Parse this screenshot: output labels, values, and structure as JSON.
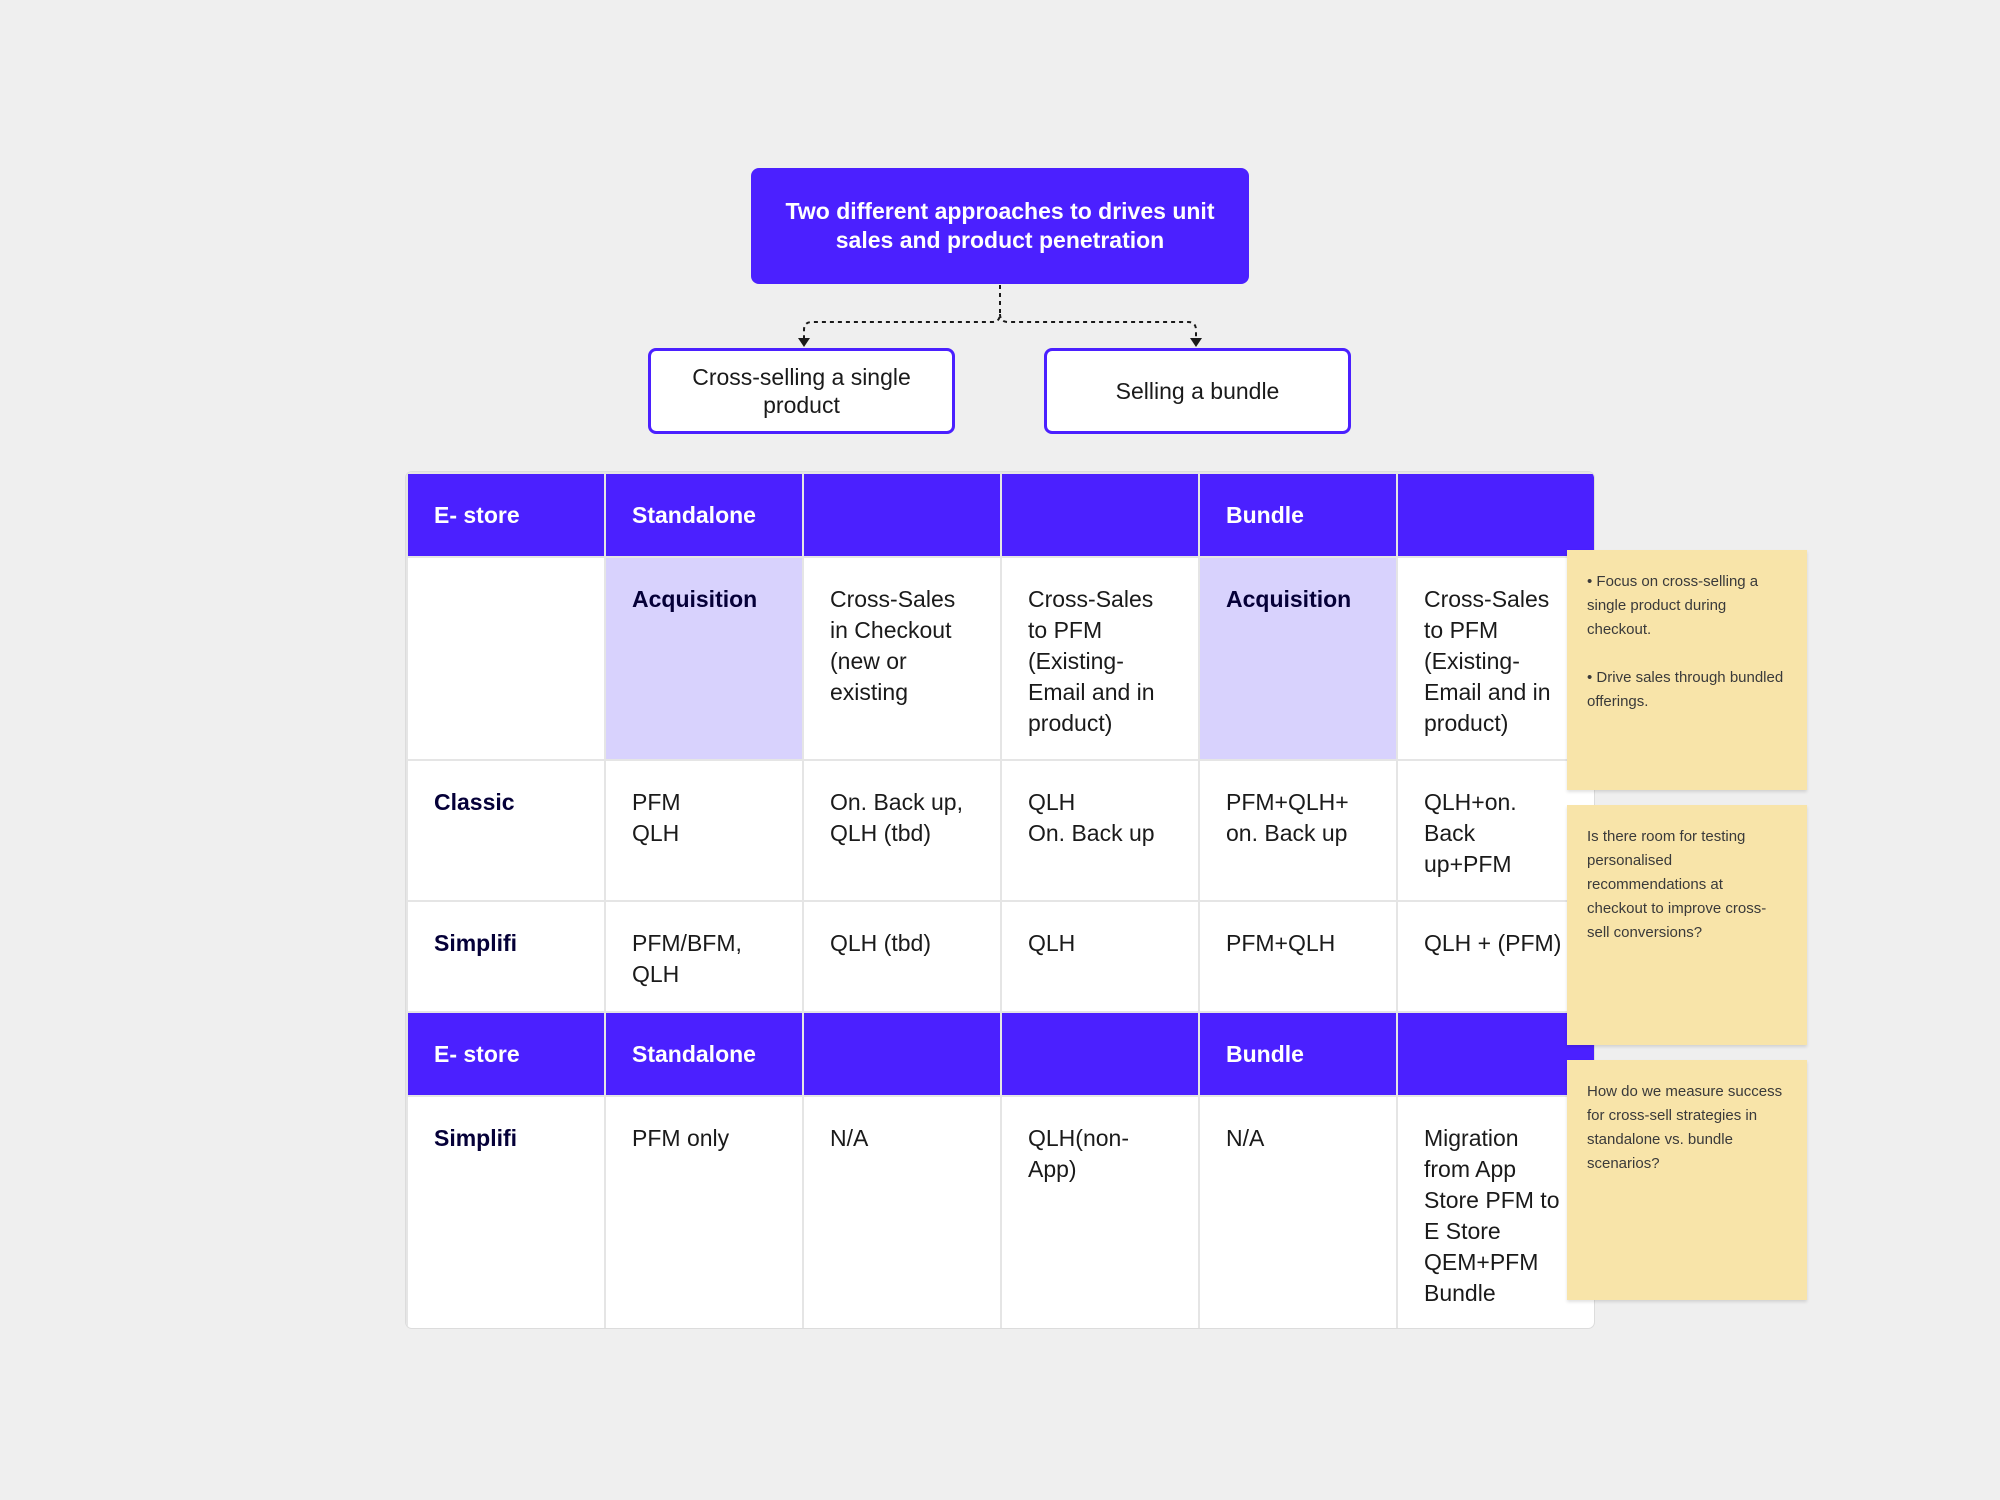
{
  "diagram": {
    "root": "Two different approaches to drives unit sales and product penetration",
    "children": [
      "Cross-selling a single product",
      "Selling a bundle"
    ]
  },
  "table": {
    "rows": [
      {
        "type": "header",
        "cells": [
          "E- store",
          "Standalone",
          "",
          "",
          "Bundle",
          ""
        ]
      },
      {
        "type": "body",
        "cells": [
          "",
          "Acquisition",
          "Cross-Sales in Checkout (new or existing",
          "Cross-Sales to PFM (Existing- Email and in product)",
          "Acquisition",
          "Cross-Sales to PFM (Existing- Email and in product)"
        ]
      },
      {
        "type": "body",
        "cells": [
          "Classic",
          "PFM\nQLH",
          "On. Back up, QLH (tbd)",
          "QLH\nOn. Back up",
          "PFM+QLH+ on. Back up",
          "QLH+on. Back up+PFM"
        ]
      },
      {
        "type": "body",
        "cells": [
          "Simplifi",
          "PFM/BFM, QLH",
          "QLH (tbd)",
          "QLH",
          "PFM+QLH",
          "QLH + (PFM)"
        ]
      },
      {
        "type": "header",
        "cells": [
          "E- store",
          "Standalone",
          "",
          "",
          "Bundle",
          ""
        ]
      },
      {
        "type": "body",
        "cells": [
          "Simplifi",
          "PFM only",
          "N/A",
          "QLH(non-App)",
          "N/A",
          "Migration from App Store PFM to E Store QEM+PFM Bundle"
        ]
      }
    ]
  },
  "stickies": [
    "• Focus on cross-selling a single product during checkout.\n\n• Drive sales through bundled offerings.",
    "Is there room for testing personalised recommendations at checkout to improve cross-sell conversions?",
    "How do we measure success for cross-sell strategies in standalone vs. bundle scenarios?"
  ],
  "colors": {
    "accent": "#4b20ff",
    "highlight": "#d8d2fd",
    "sticky": "#f8e4a9",
    "background": "#efefef"
  }
}
